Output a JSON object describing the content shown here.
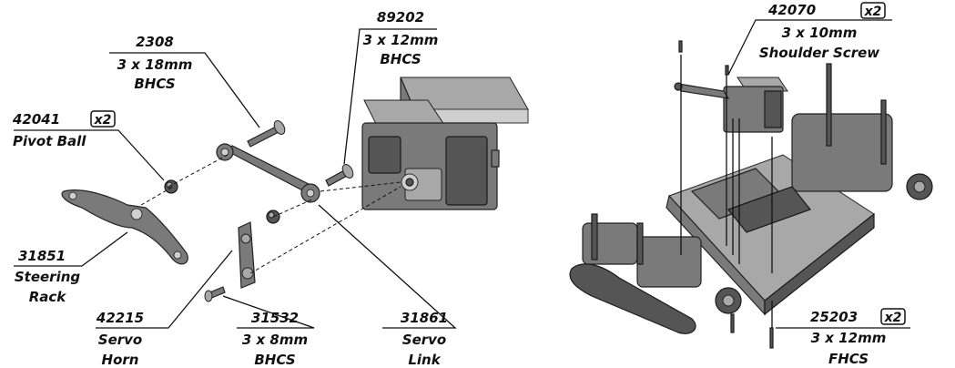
{
  "labels": {
    "p2308": {
      "num": "2308",
      "size": "3 x 18mm",
      "type": "BHCS"
    },
    "p89202": {
      "num": "89202",
      "size": "3 x 12mm",
      "type": "BHCS"
    },
    "p42041": {
      "num": "42041",
      "qty": "x2",
      "name": "Pivot Ball"
    },
    "p31851": {
      "num": "31851",
      "line1": "Steering",
      "line2": "Rack"
    },
    "p42215": {
      "num": "42215",
      "line1": "Servo",
      "line2": "Horn"
    },
    "p31532": {
      "num": "31532",
      "size": "3 x 8mm",
      "type": "BHCS"
    },
    "p31861": {
      "num": "31861",
      "line1": "Servo",
      "line2": "Link"
    },
    "p42070": {
      "num": "42070",
      "qty": "x2",
      "size": "3 x 10mm",
      "name": "Shoulder Screw"
    },
    "p25203": {
      "num": "25203",
      "qty": "x2",
      "size": "3 x 12mm",
      "type": "FHCS"
    }
  }
}
